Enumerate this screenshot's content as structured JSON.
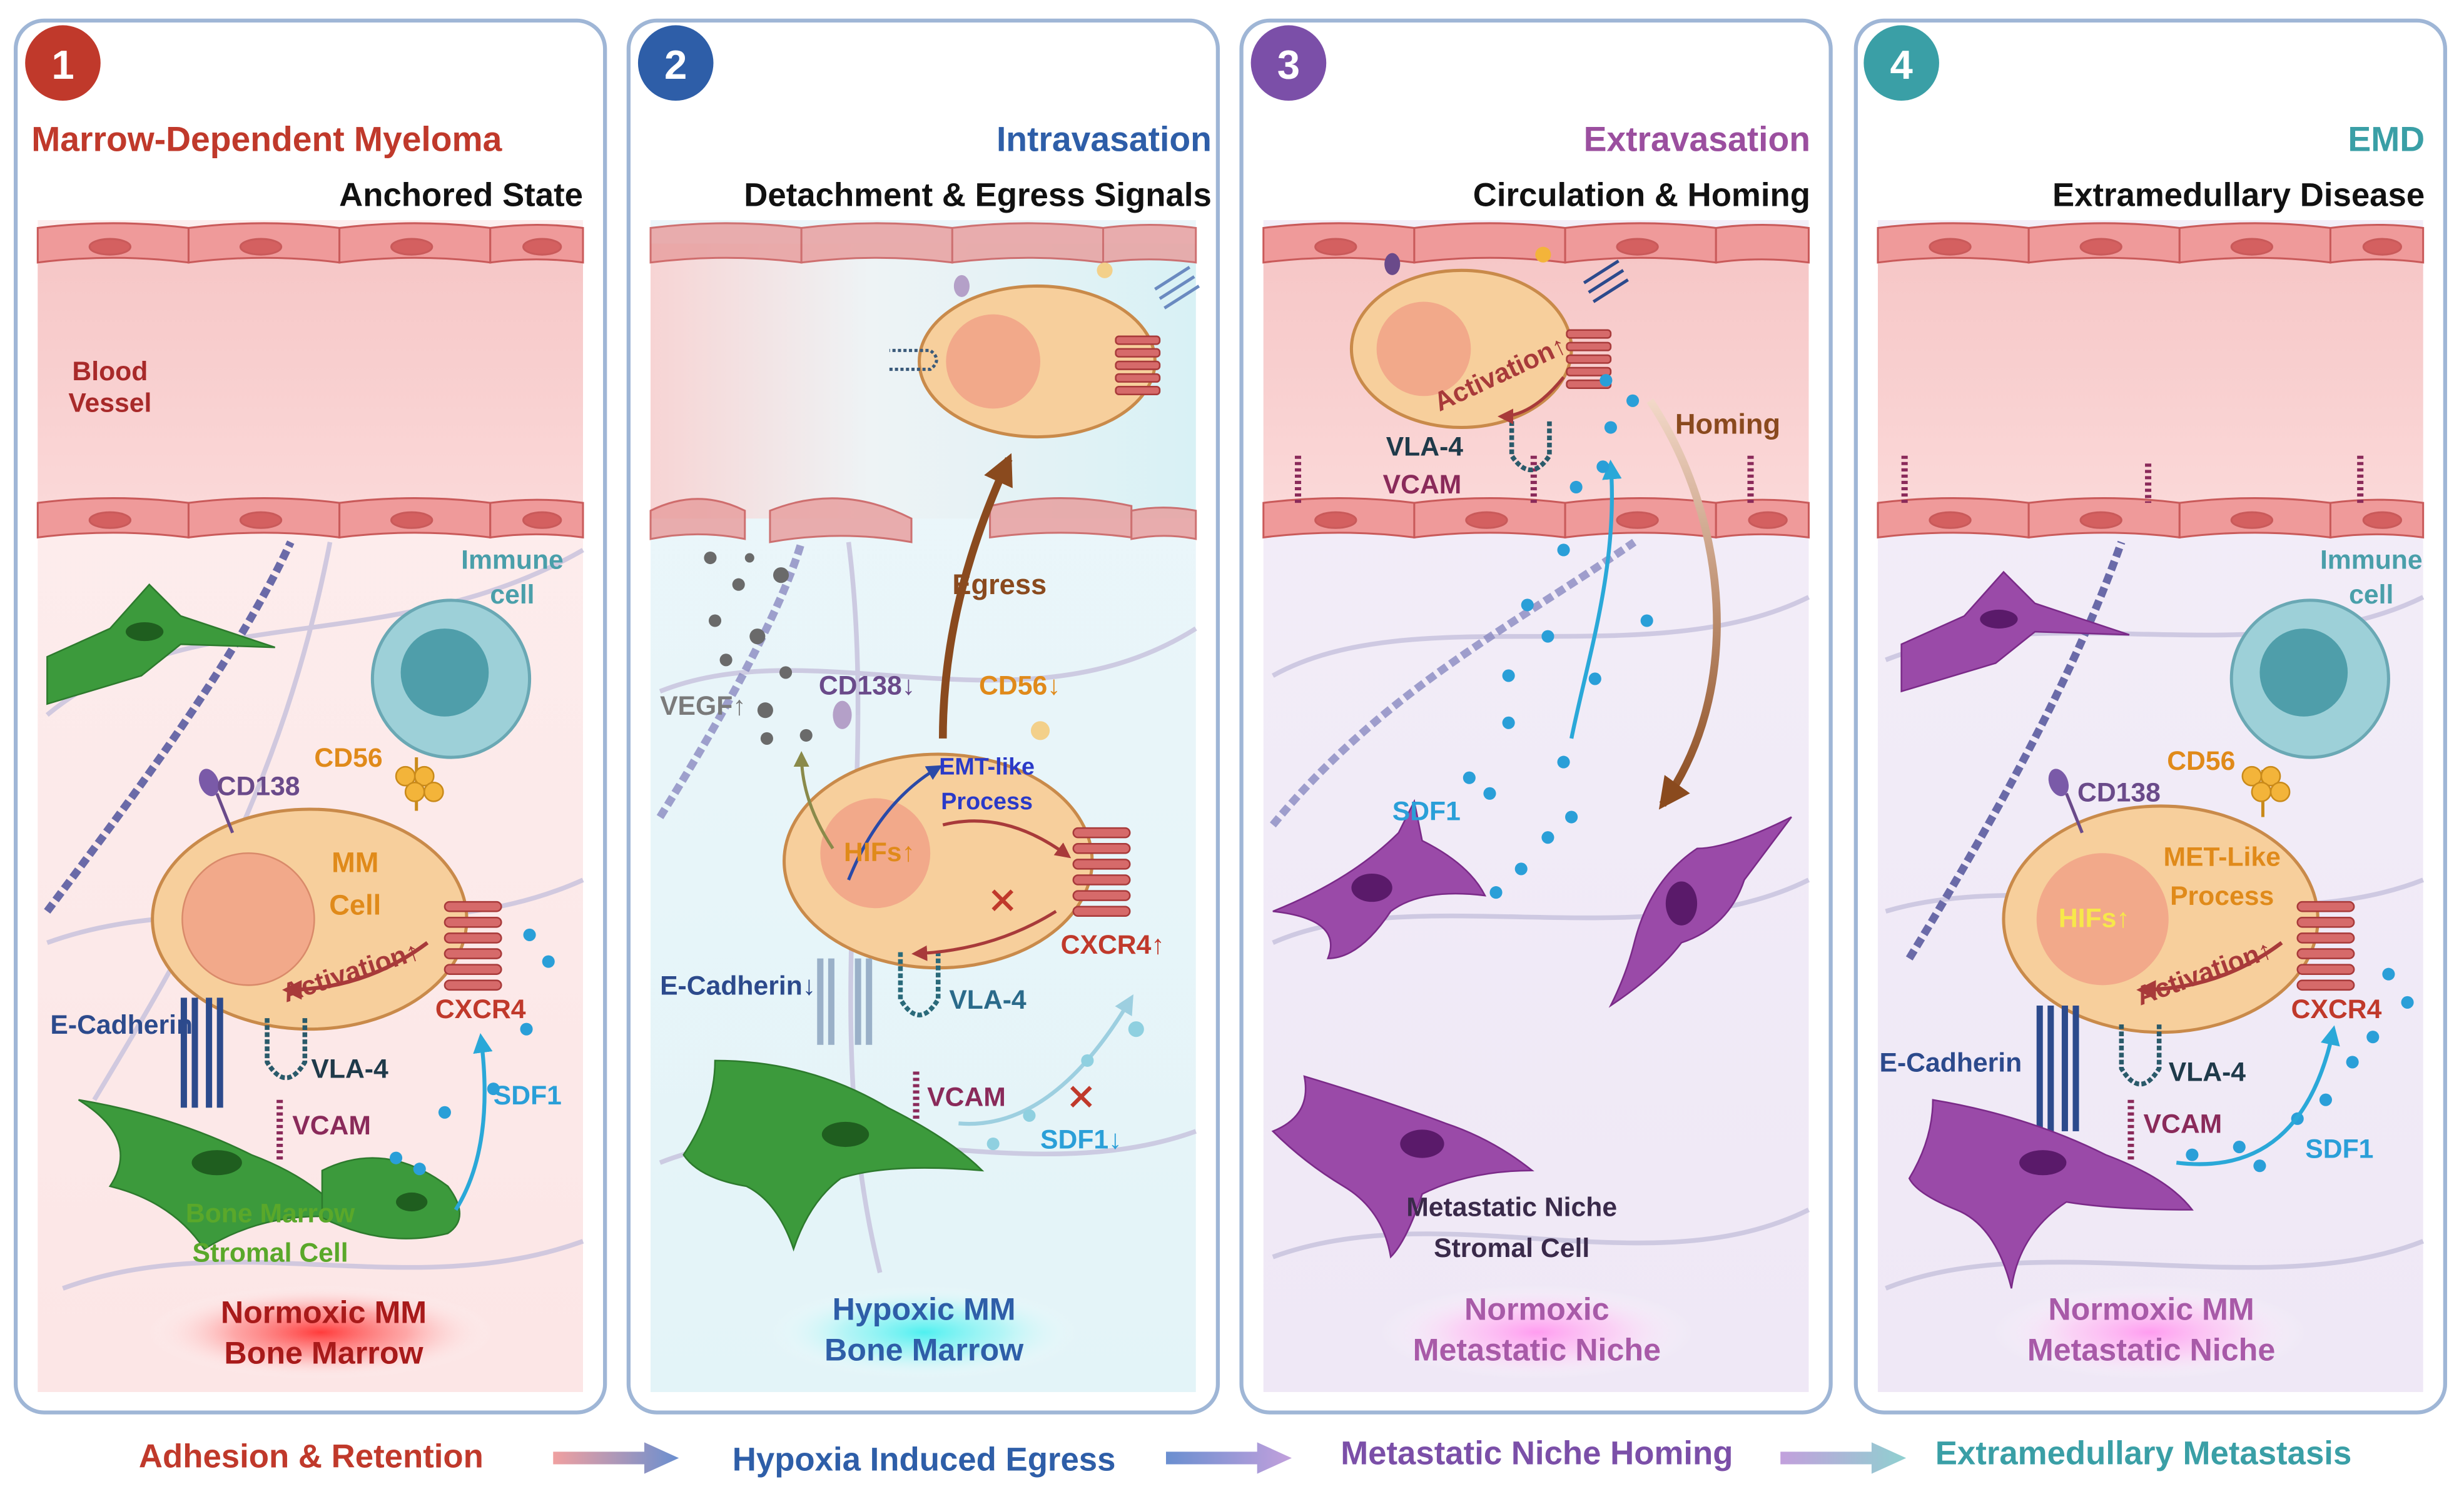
{
  "panels": [
    {
      "number": "1",
      "number_color": "#c0392b",
      "stage": "Marrow-Dependent Myeloma",
      "stage_color": "#c0392b",
      "subtitle": "Anchored State",
      "vessel_label_1": "Blood",
      "vessel_label_2": "Vessel",
      "immune_1": "Immune",
      "immune_2": "cell",
      "cd56": "CD56",
      "cd138": "CD138",
      "cell_1": "MM",
      "cell_2": "Cell",
      "activation": "Activation↑",
      "cxcr4": "CXCR4",
      "ecad": "E-Cadherin",
      "vla4": "VLA-4",
      "vcam": "VCAM",
      "sdf1": "SDF1",
      "stromal_1": "Bone Marrow",
      "stromal_2": "Stromal Cell",
      "bottom_1": "Normoxic MM",
      "bottom_2": "Bone Marrow"
    },
    {
      "number": "2",
      "number_color": "#2e5ea8",
      "stage": "Intravasation",
      "stage_color": "#2e5ea8",
      "subtitle": "Detachment & Egress Signals",
      "egress": "Egress",
      "vegf": "VEGF↑",
      "cd138": "CD138↓",
      "cd56": "CD56↓",
      "emt_1": "EMT-like",
      "emt_2": "Process",
      "hifs": "HIFs↑",
      "cxcr4": "CXCR4↑",
      "ecad": "E-Cadherin↓",
      "vla4": "VLA-4",
      "vcam": "VCAM",
      "sdf1": "SDF1↓",
      "bottom_1": "Hypoxic MM",
      "bottom_2": "Bone Marrow"
    },
    {
      "number": "3",
      "number_color": "#7b4fa8",
      "stage": "Extravasation",
      "stage_color": "#9b4f9f",
      "subtitle": "Circulation & Homing",
      "activation": "Activation↑",
      "vla4": "VLA-4",
      "vcam": "VCAM",
      "homing": "Homing",
      "sdf1": "SDF1",
      "niche_1": "Metastatic Niche",
      "niche_2": "Stromal Cell",
      "bottom_1": "Normoxic",
      "bottom_2": "Metastatic Niche"
    },
    {
      "number": "4",
      "number_color": "#3a9fa6",
      "stage": "EMD",
      "stage_color": "#3a9fa6",
      "subtitle": "Extramedullary Disease",
      "immune_1": "Immune",
      "immune_2": "cell",
      "cd56": "CD56",
      "cd138": "CD138",
      "met_1": "MET-Like",
      "met_2": "Process",
      "hifs": "HIFs↑",
      "activation": "Activation↑",
      "cxcr4": "CXCR4",
      "ecad": "E-Cadherin",
      "vla4": "VLA-4",
      "vcam": "VCAM",
      "sdf1": "SDF1",
      "bottom_1": "Normoxic MM",
      "bottom_2": "Metastatic Niche"
    }
  ],
  "timeline": [
    {
      "label": "Adhesion & Retention",
      "color": "#c0392b"
    },
    {
      "label": "Hypoxia Induced Egress",
      "color": "#2e5ea8"
    },
    {
      "label": "Metastatic Niche Homing",
      "color": "#7b4fa8"
    },
    {
      "label": "Extramedullary Metastasis",
      "color": "#3a9fa6"
    }
  ]
}
